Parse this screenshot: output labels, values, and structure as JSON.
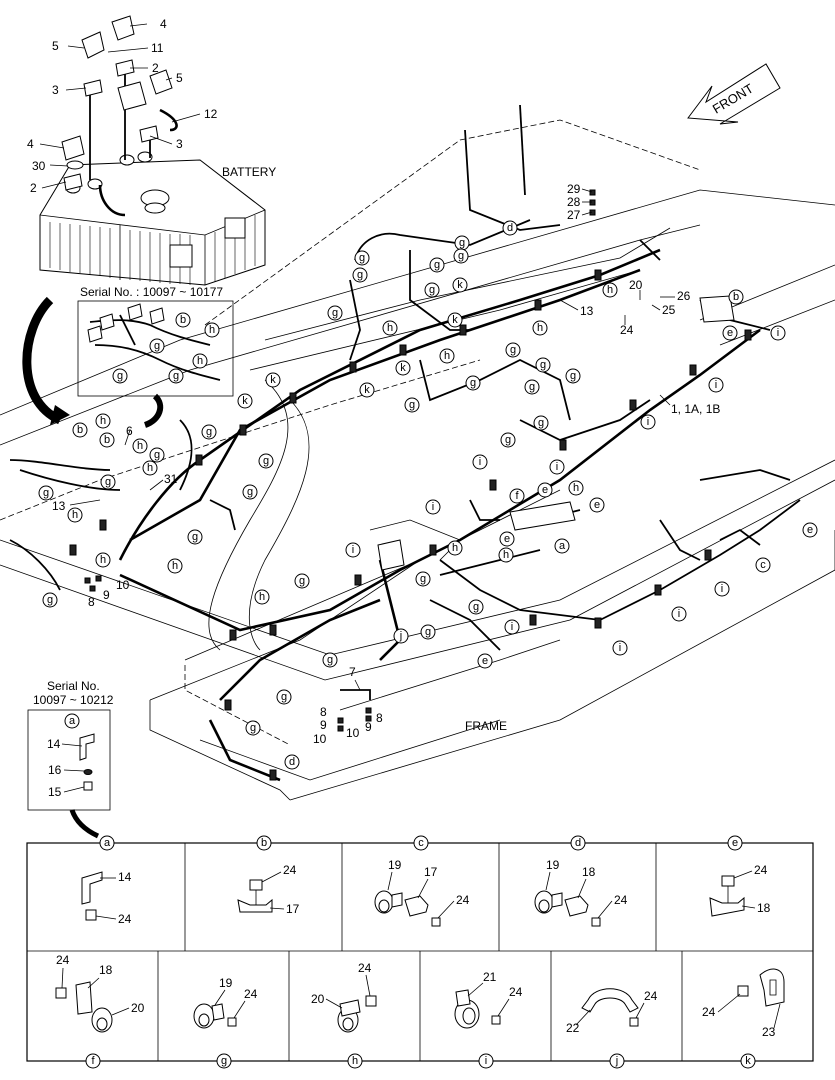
{
  "labels": {
    "front": "FRONT",
    "battery": "BATTERY",
    "frame": "FRAME",
    "serial_a": "Serial No. : 10097 ~ 10177",
    "serial_b_line1": "Serial No.",
    "serial_b_line2": "10097 ~ 10212",
    "harness": "1, 1A, 1B"
  },
  "battery_callouts": [
    "4",
    "5",
    "11",
    "2",
    "5",
    "12",
    "3",
    "3",
    "4",
    "30",
    "2"
  ],
  "detail_letters_top": [
    "a",
    "b",
    "c",
    "d",
    "e"
  ],
  "detail_letters_bottom": [
    "f",
    "g",
    "h",
    "i",
    "j",
    "k"
  ],
  "details": {
    "a": [
      "14",
      "24"
    ],
    "b": [
      "24",
      "17"
    ],
    "c": [
      "19",
      "17",
      "24"
    ],
    "d": [
      "19",
      "18",
      "24"
    ],
    "e": [
      "24",
      "18"
    ],
    "f": [
      "24",
      "18",
      "20"
    ],
    "g": [
      "19",
      "24"
    ],
    "h": [
      "24",
      "20"
    ],
    "i": [
      "21",
      "24"
    ],
    "j": [
      "24",
      "22"
    ],
    "k": [
      "24",
      "23"
    ]
  },
  "inset_a_callouts": [
    "a",
    "14",
    "16",
    "15"
  ],
  "misc_callouts": [
    "29",
    "28",
    "27",
    "20",
    "26",
    "25",
    "24",
    "13",
    "6",
    "31",
    "13",
    "8",
    "9",
    "10",
    "7",
    "8",
    "9",
    "10",
    "10",
    "9",
    "8"
  ]
}
